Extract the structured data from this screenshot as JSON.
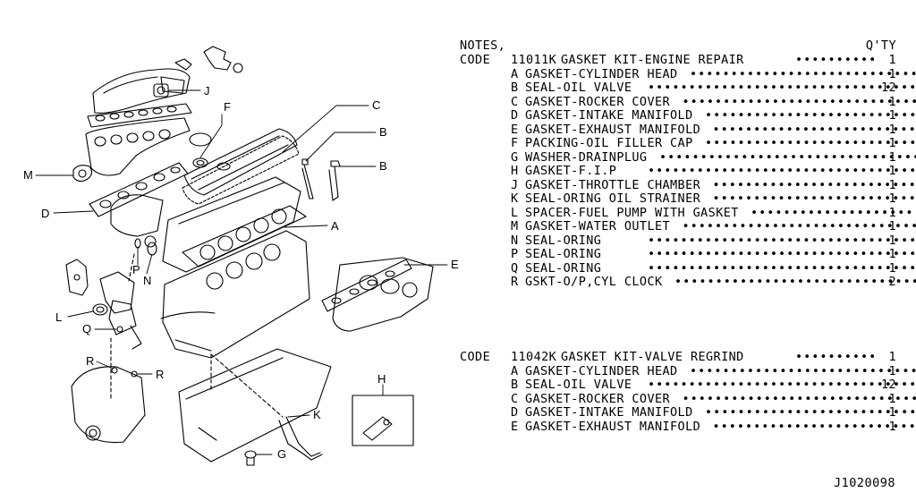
{
  "callouts": [
    "J",
    "F",
    "C",
    "B",
    "B",
    "M",
    "D",
    "A",
    "P",
    "N",
    "E",
    "L",
    "Q",
    "R",
    "R",
    "H",
    "K",
    "G"
  ],
  "notes": {
    "title": "NOTES,",
    "qty_header": "Q'TY",
    "code_label": "CODE",
    "kits": [
      {
        "code": "11011K",
        "name": "GASKET KIT-ENGINE REPAIR",
        "qty": "1",
        "items": [
          {
            "letter": "A",
            "desc": "GASKET-CYLINDER HEAD",
            "qty": "1"
          },
          {
            "letter": "B",
            "desc": "SEAL-OIL VALVE",
            "qty": "12"
          },
          {
            "letter": "C",
            "desc": "GASKET-ROCKER COVER",
            "qty": "1"
          },
          {
            "letter": "D",
            "desc": "GASKET-INTAKE MANIFOLD",
            "qty": "1"
          },
          {
            "letter": "E",
            "desc": "GASKET-EXHAUST MANIFOLD",
            "qty": "1"
          },
          {
            "letter": "F",
            "desc": "PACKING-OIL FILLER CAP",
            "qty": "1"
          },
          {
            "letter": "G",
            "desc": "WASHER-DRAINPLUG",
            "qty": "1"
          },
          {
            "letter": "H",
            "desc": "GASKET-F.I.P",
            "qty": "1"
          },
          {
            "letter": "J",
            "desc": "GASKET-THROTTLE CHAMBER",
            "qty": "1"
          },
          {
            "letter": "K",
            "desc": "SEAL-ORING OIL STRAINER",
            "qty": "1"
          },
          {
            "letter": "L",
            "desc": "SPACER-FUEL PUMP WITH GASKET",
            "qty": "1"
          },
          {
            "letter": "M",
            "desc": "GASKET-WATER OUTLET",
            "qty": "1"
          },
          {
            "letter": "N",
            "desc": "SEAL-ORING",
            "qty": "1"
          },
          {
            "letter": "P",
            "desc": "SEAL-ORING",
            "qty": "1"
          },
          {
            "letter": "Q",
            "desc": "SEAL-ORING",
            "qty": "1"
          },
          {
            "letter": "R",
            "desc": "GSKT-O/P,CYL CLOCK",
            "qty": "2"
          }
        ]
      },
      {
        "code": "11042K",
        "name": "GASKET KIT-VALVE REGRIND",
        "qty": "1",
        "items": [
          {
            "letter": "A",
            "desc": "GASKET-CYLINDER HEAD",
            "qty": "1"
          },
          {
            "letter": "B",
            "desc": "SEAL-OIL VALVE",
            "qty": "12"
          },
          {
            "letter": "C",
            "desc": "GASKET-ROCKER COVER",
            "qty": "1"
          },
          {
            "letter": "D",
            "desc": "GASKET-INTAKE MANIFOLD",
            "qty": "1"
          },
          {
            "letter": "E",
            "desc": "GASKET-EXHAUST MANIFOLD",
            "qty": "1"
          }
        ]
      }
    ]
  },
  "drawing_id": "J1020098"
}
